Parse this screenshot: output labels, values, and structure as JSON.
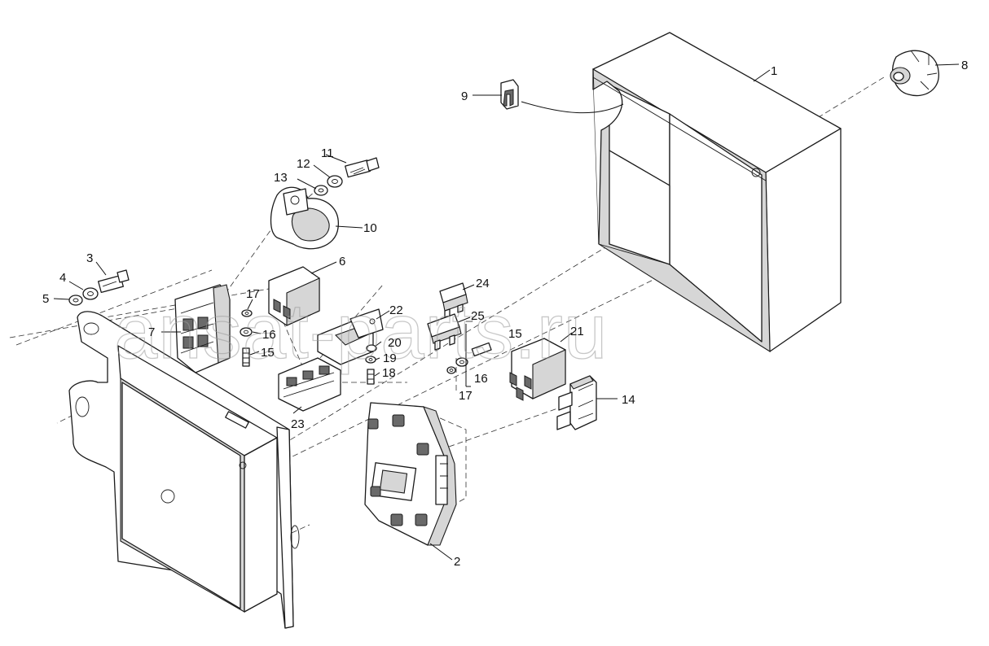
{
  "watermark": "ansat-parts.ru",
  "callouts": [
    {
      "id": "1",
      "text": "1"
    },
    {
      "id": "2",
      "text": "2"
    },
    {
      "id": "3",
      "text": "3"
    },
    {
      "id": "4",
      "text": "4"
    },
    {
      "id": "5",
      "text": "5"
    },
    {
      "id": "6",
      "text": "6"
    },
    {
      "id": "7",
      "text": "7"
    },
    {
      "id": "8",
      "text": "8"
    },
    {
      "id": "9",
      "text": "9"
    },
    {
      "id": "10",
      "text": "10"
    },
    {
      "id": "11",
      "text": "11"
    },
    {
      "id": "12",
      "text": "12"
    },
    {
      "id": "13",
      "text": "13"
    },
    {
      "id": "14",
      "text": "14"
    },
    {
      "id": "15a",
      "text": "15"
    },
    {
      "id": "15b",
      "text": "15"
    },
    {
      "id": "16a",
      "text": "16"
    },
    {
      "id": "16b",
      "text": "16"
    },
    {
      "id": "17a",
      "text": "17"
    },
    {
      "id": "17b",
      "text": "17"
    },
    {
      "id": "18",
      "text": "18"
    },
    {
      "id": "19",
      "text": "19"
    },
    {
      "id": "20",
      "text": "20"
    },
    {
      "id": "21",
      "text": "21"
    },
    {
      "id": "22",
      "text": "22"
    },
    {
      "id": "23",
      "text": "23"
    },
    {
      "id": "24",
      "text": "24"
    },
    {
      "id": "25",
      "text": "25"
    }
  ]
}
